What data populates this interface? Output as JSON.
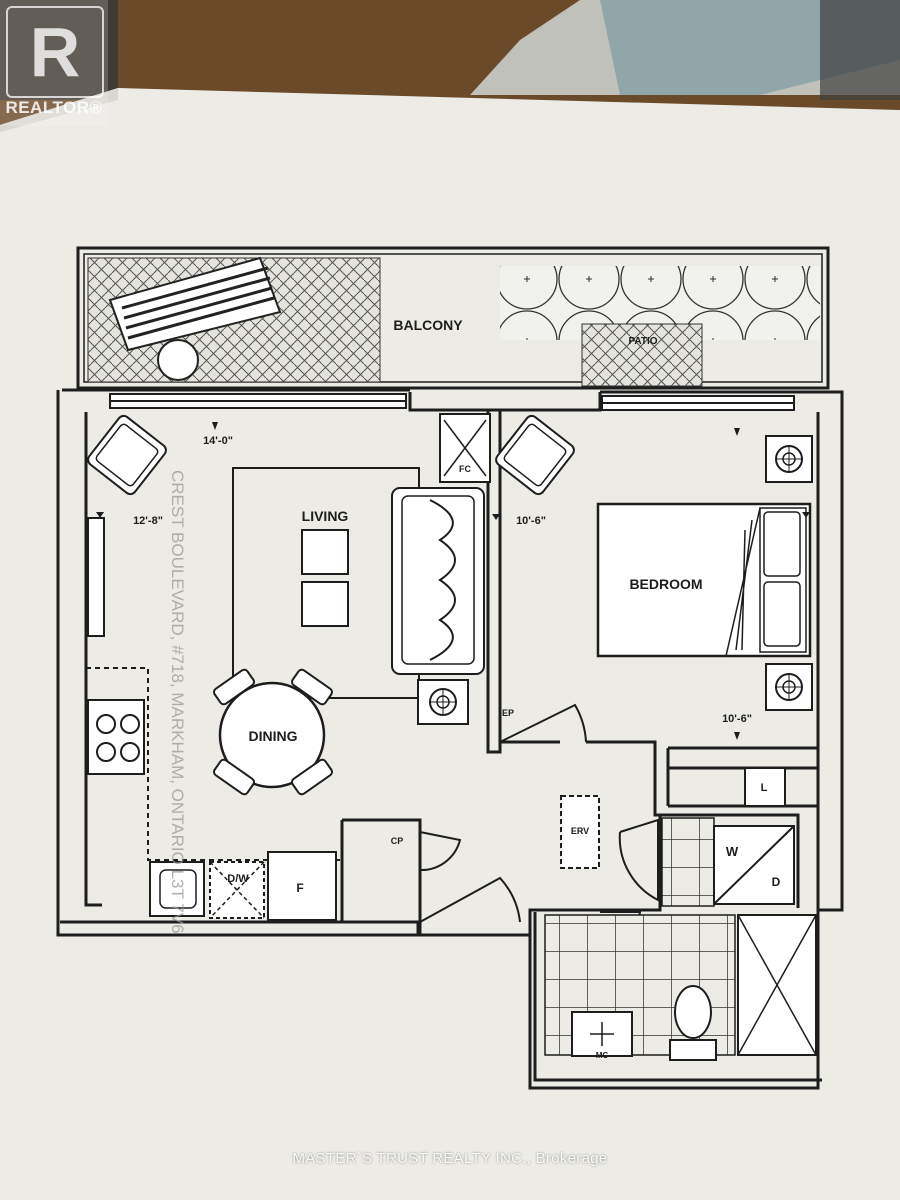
{
  "watermark": {
    "brand": "REALTOR",
    "registered_mark": "®"
  },
  "floorplan": {
    "rooms": {
      "balcony": "BALCONY",
      "patio": "PATIO",
      "living": "LIVING",
      "dining": "DINING",
      "bedroom": "BEDROOM"
    },
    "dimensions": {
      "living_width": "14'-0\"",
      "living_depth": "12'-8\"",
      "bedroom_width": "10'-6\"",
      "bedroom_depth": "10'-6\""
    },
    "fixtures": {
      "fc": "FC",
      "ep": "EP",
      "erv": "ERV",
      "cp": "CP",
      "dishwasher": "D/W",
      "fridge": "F",
      "linen": "L",
      "washer": "W",
      "dryer": "D",
      "mc": "MC"
    },
    "address_text": "CREST BOULEVARD, #718, MARKHAM, ONTARIO L3T 7V6"
  },
  "footer": {
    "credit": "MASTER`S TRUST REALTY INC., Brokerage"
  },
  "colors": {
    "paper": "#ecebe6",
    "ink": "#1d1d1d",
    "table": "#6b4a2a"
  }
}
